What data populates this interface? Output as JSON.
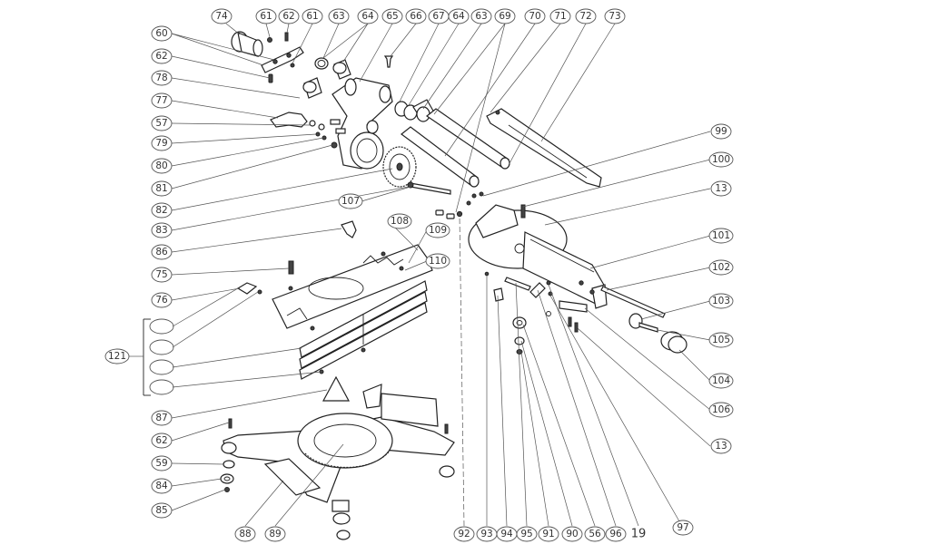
{
  "labels": [
    "74",
    "61",
    "62",
    "61",
    "63",
    "64",
    "65",
    "66",
    "67",
    "64",
    "63",
    "69",
    "70",
    "71",
    "72",
    "73",
    "60",
    "62",
    "78",
    "77",
    "57",
    "79",
    "80",
    "81",
    "82",
    "83",
    "86",
    "75",
    "76",
    "121",
    "87",
    "62",
    "59",
    "84",
    "85",
    "88",
    "89",
    "92",
    "93",
    "94",
    "95",
    "91",
    "90",
    "56",
    "96",
    "19",
    "97",
    "99",
    "100",
    "13",
    "101",
    "102",
    "103",
    "105",
    "104",
    "106",
    "13",
    "107",
    "108",
    "109",
    "110"
  ]
}
